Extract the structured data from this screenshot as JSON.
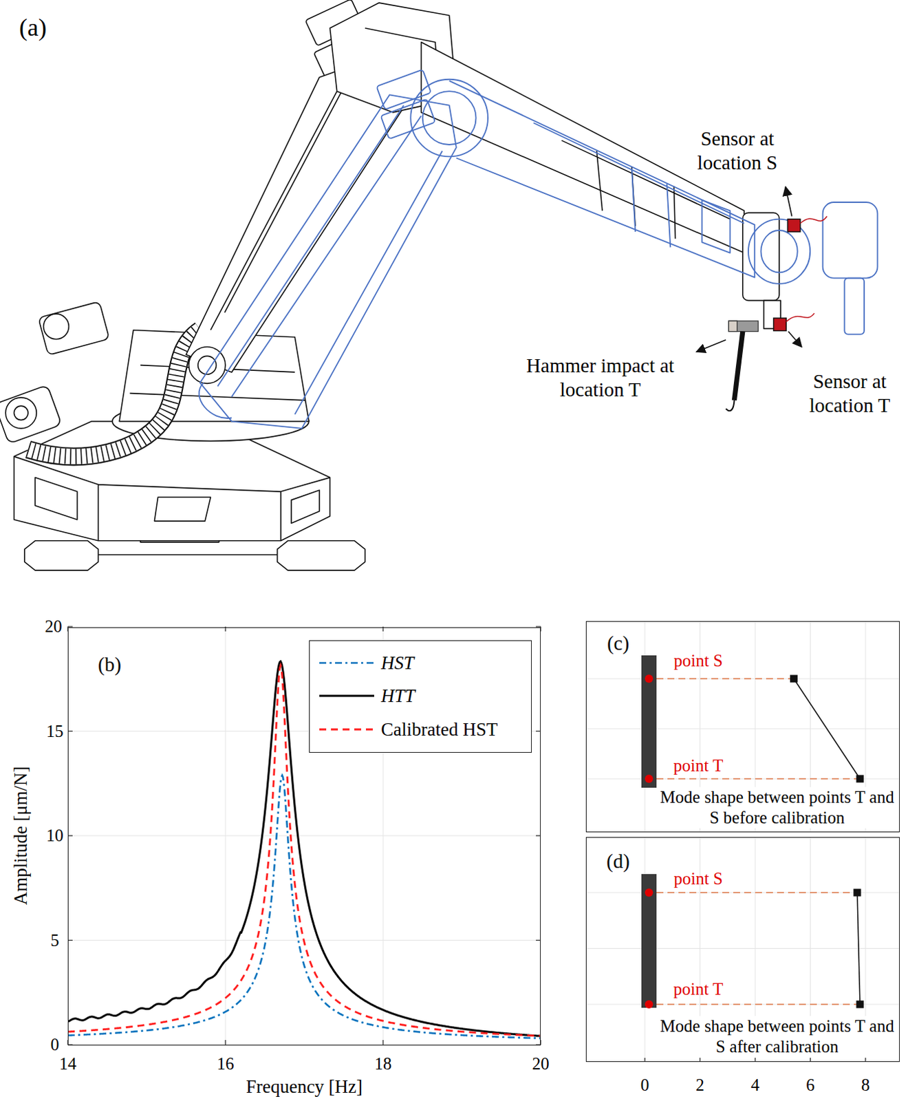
{
  "diagram": {
    "nodes": [
      {
        "text": [
          "(b)"
        ]
      },
      {
        "text": [
          "(c)",
          "point S",
          "point T",
          "Mode shape between points T and S before calibration"
        ]
      },
      {
        "text": [
          "(d)",
          "point S",
          "point T",
          "Mode shape between points T and S after calibration"
        ]
      }
    ],
    "labels": [
      "(a)",
      "Sensor at location S",
      "Hammer impact at location T",
      "Sensor at location T",
      "14",
      "16",
      "18",
      "20",
      "0",
      "5",
      "10",
      "15",
      "20",
      "Frequency [Hz]",
      "Amplitude [μm/N]",
      "0",
      "2",
      "4",
      "6",
      "8"
    ],
    "legend": [
      {
        "text": "HST"
      },
      {
        "text": "HTT"
      },
      {
        "text": "Calibrated HST"
      }
    ]
  }
}
